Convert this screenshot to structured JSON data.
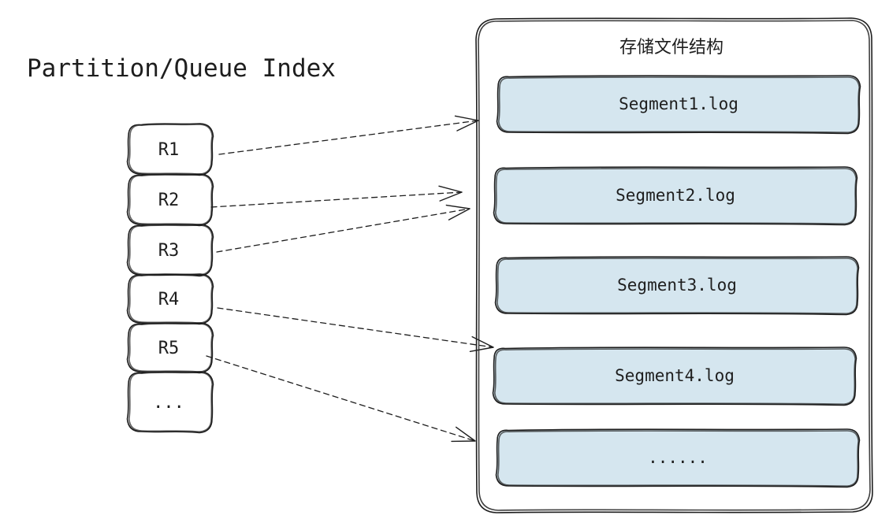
{
  "diagram": {
    "index_title": "Partition/Queue Index",
    "storage_title": "存储文件结构",
    "colors": {
      "ink": "#1e1e1e",
      "segment_fill": "#d5e6ef",
      "background": "#ffffff"
    },
    "records": [
      {
        "id": "r1",
        "label": "R1"
      },
      {
        "id": "r2",
        "label": "R2"
      },
      {
        "id": "r3",
        "label": "R3"
      },
      {
        "id": "r4",
        "label": "R4"
      },
      {
        "id": "r5",
        "label": "R5"
      },
      {
        "id": "more",
        "label": "..."
      }
    ],
    "segments": [
      {
        "id": "seg1",
        "label": "Segment1.log"
      },
      {
        "id": "seg2",
        "label": "Segment2.log"
      },
      {
        "id": "seg3",
        "label": "Segment3.log"
      },
      {
        "id": "seg4",
        "label": "Segment4.log"
      },
      {
        "id": "seg-more",
        "label": "......"
      }
    ],
    "edges": [
      {
        "from": "r1",
        "to": "seg1"
      },
      {
        "from": "r2",
        "to": "seg2"
      },
      {
        "from": "r3",
        "to": "seg2"
      },
      {
        "from": "r4",
        "to": "seg4"
      },
      {
        "from": "r5",
        "to": "seg-more"
      }
    ]
  }
}
